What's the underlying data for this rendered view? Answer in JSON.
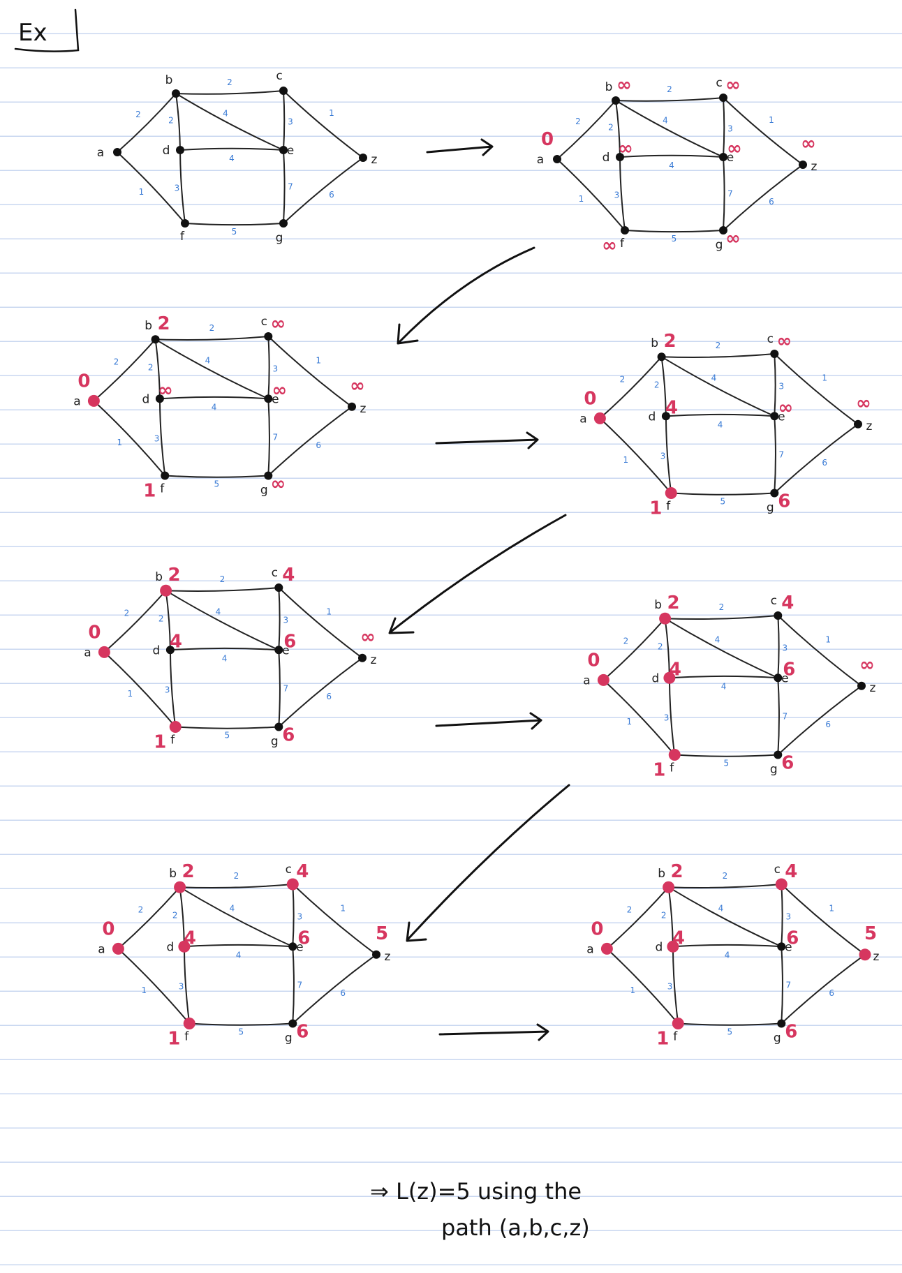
{
  "header": {
    "label": "Ex"
  },
  "graph": {
    "vertices": [
      "a",
      "b",
      "c",
      "d",
      "e",
      "f",
      "g",
      "z"
    ],
    "edges": [
      {
        "u": "a",
        "v": "b",
        "w": "2"
      },
      {
        "u": "a",
        "v": "f",
        "w": "1"
      },
      {
        "u": "b",
        "v": "c",
        "w": "2"
      },
      {
        "u": "b",
        "v": "d",
        "w": "2"
      },
      {
        "u": "b",
        "v": "e",
        "w": "4"
      },
      {
        "u": "c",
        "v": "e",
        "w": "3"
      },
      {
        "u": "c",
        "v": "z",
        "w": "1"
      },
      {
        "u": "d",
        "v": "e",
        "w": "4"
      },
      {
        "u": "d",
        "v": "f",
        "w": "3"
      },
      {
        "u": "e",
        "v": "g",
        "w": "7"
      },
      {
        "u": "f",
        "v": "g",
        "w": "5"
      },
      {
        "u": "g",
        "v": "z",
        "w": "6"
      }
    ]
  },
  "steps": [
    {
      "labels": {},
      "visited": []
    },
    {
      "labels": {
        "a": "0",
        "b": "∞",
        "c": "∞",
        "d": "∞",
        "e": "∞",
        "f": "∞",
        "g": "∞",
        "z": "∞"
      },
      "visited": []
    },
    {
      "labels": {
        "a": "0",
        "b": "2",
        "c": "∞",
        "d": "∞",
        "e": "∞",
        "f": "1",
        "g": "∞",
        "z": "∞"
      },
      "visited": [
        "a"
      ]
    },
    {
      "labels": {
        "a": "0",
        "b": "2",
        "c": "∞",
        "d": "4",
        "e": "∞",
        "f": "1",
        "g": "6",
        "z": "∞"
      },
      "visited": [
        "a",
        "f"
      ]
    },
    {
      "labels": {
        "a": "0",
        "b": "2",
        "c": "4",
        "d": "4",
        "e": "6",
        "f": "1",
        "g": "6",
        "z": "∞"
      },
      "visited": [
        "a",
        "f",
        "b"
      ]
    },
    {
      "labels": {
        "a": "0",
        "b": "2",
        "c": "4",
        "d": "4",
        "e": "6",
        "f": "1",
        "g": "6",
        "z": "∞"
      },
      "visited": [
        "a",
        "f",
        "b",
        "d"
      ]
    },
    {
      "labels": {
        "a": "0",
        "b": "2",
        "c": "4",
        "d": "4",
        "e": "6",
        "f": "1",
        "g": "6",
        "z": "5"
      },
      "visited": [
        "a",
        "f",
        "b",
        "d",
        "c"
      ]
    },
    {
      "labels": {
        "a": "0",
        "b": "2",
        "c": "4",
        "d": "4",
        "e": "6",
        "f": "1",
        "g": "6",
        "z": "5"
      },
      "visited": [
        "a",
        "f",
        "b",
        "d",
        "c",
        "z"
      ]
    }
  ],
  "conclusion": {
    "line1": "⇒ L(z)=5 using the",
    "line2": "path (a,b,c,z)"
  },
  "colors": {
    "visited": "#d6365f",
    "vertex": "#111111",
    "weight": "#3a7bd5",
    "label": "#d6365f"
  }
}
